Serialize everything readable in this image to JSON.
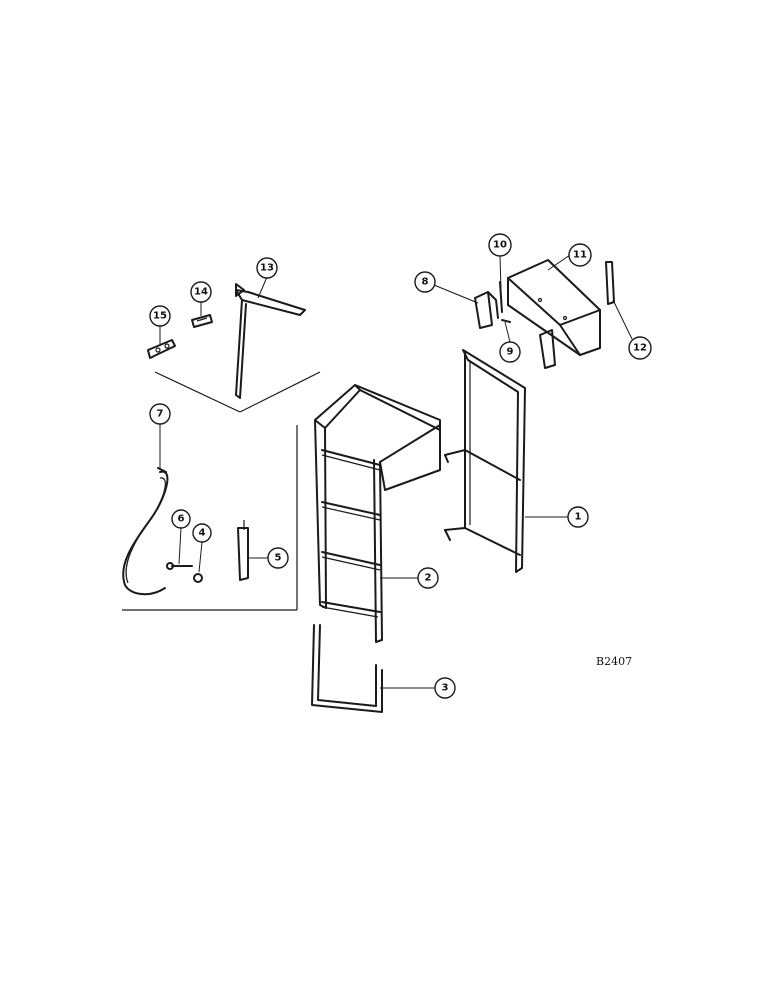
{
  "diagram": {
    "drawing_code": "B2407",
    "callouts": [
      "1",
      "2",
      "3",
      "4",
      "5",
      "6",
      "7",
      "8",
      "9",
      "10",
      "11",
      "12",
      "13",
      "14",
      "15"
    ]
  }
}
